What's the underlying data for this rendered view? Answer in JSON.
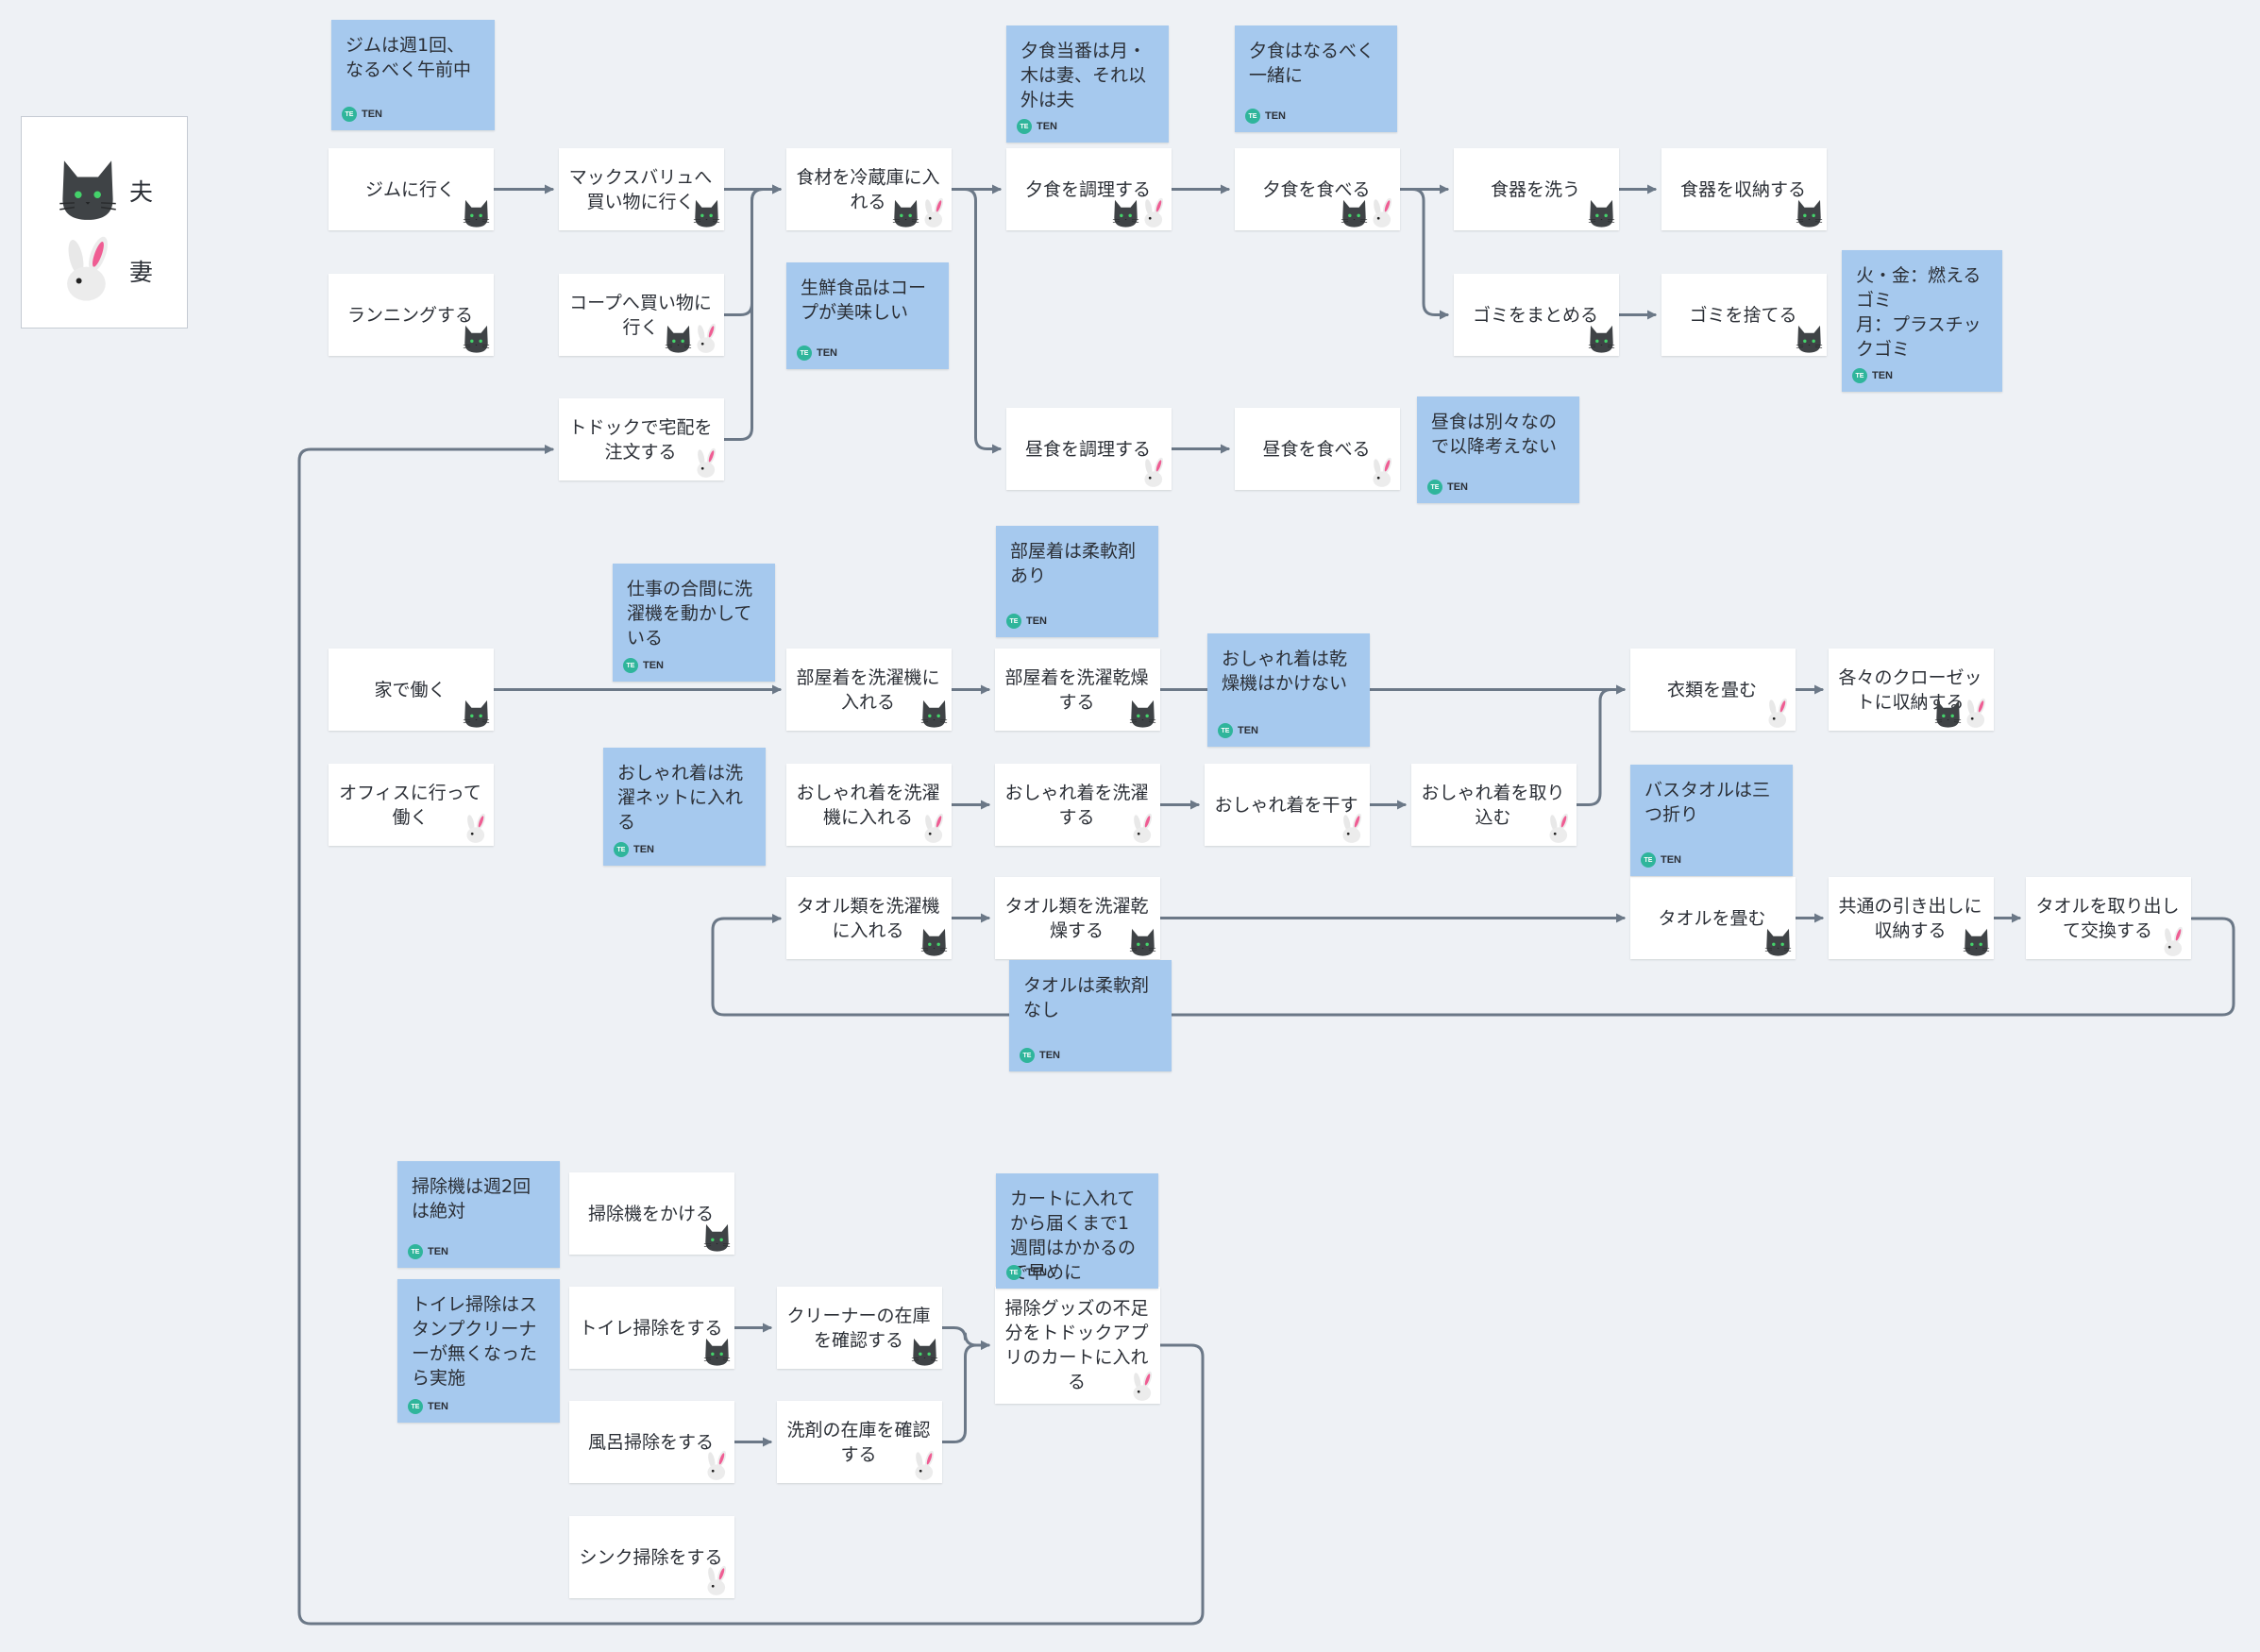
{
  "legend": {
    "husband": {
      "label": "夫",
      "icon": "cat-icon"
    },
    "wife": {
      "label": "妻",
      "icon": "rabbit-icon"
    }
  },
  "colors": {
    "background": "#eef1f5",
    "note": "#a6c9ee",
    "arrow": "#6b7887",
    "author_badge": "#2fb59b"
  },
  "nodes": {
    "gym": {
      "text": "ジムに行く",
      "avatars": [
        "cat"
      ]
    },
    "running": {
      "text": "ランニングする",
      "avatars": [
        "cat"
      ]
    },
    "maxvalu": {
      "text": "マックスバリュへ\n買い物に行く",
      "avatars": [
        "cat"
      ]
    },
    "coop": {
      "text": "コープへ買い物に\n行く",
      "avatars": [
        "cat",
        "rabbit"
      ]
    },
    "todock_order": {
      "text": "トドックで宅配を\n注文する",
      "avatars": [
        "rabbit"
      ]
    },
    "fridge": {
      "text": "食材を冷蔵庫に入\nれる",
      "avatars": [
        "cat",
        "rabbit"
      ]
    },
    "cook_dinner": {
      "text": "夕食を調理する",
      "avatars": [
        "cat",
        "rabbit"
      ]
    },
    "eat_dinner": {
      "text": "夕食を食べる",
      "avatars": [
        "cat",
        "rabbit"
      ]
    },
    "wash_dishes": {
      "text": "食器を洗う",
      "avatars": [
        "cat"
      ]
    },
    "store_dishes": {
      "text": "食器を収納する",
      "avatars": [
        "cat"
      ]
    },
    "collect_trash": {
      "text": "ゴミをまとめる",
      "avatars": [
        "cat"
      ]
    },
    "dump_trash": {
      "text": "ゴミを捨てる",
      "avatars": [
        "cat"
      ]
    },
    "cook_lunch": {
      "text": "昼食を調理する",
      "avatars": [
        "rabbit"
      ]
    },
    "eat_lunch": {
      "text": "昼食を食べる",
      "avatars": [
        "rabbit"
      ]
    },
    "work_home": {
      "text": "家で働く",
      "avatars": [
        "cat"
      ]
    },
    "work_office": {
      "text": "オフィスに行って\n働く",
      "avatars": [
        "rabbit"
      ]
    },
    "loungewear_washer": {
      "text": "部屋着を洗濯機に\n入れる",
      "avatars": [
        "cat"
      ]
    },
    "loungewear_dryer": {
      "text": "部屋着を洗濯乾燥\nする",
      "avatars": [
        "cat"
      ]
    },
    "fold_clothes": {
      "text": "衣類を畳む",
      "avatars": [
        "rabbit"
      ]
    },
    "closet": {
      "text": "各々のクローゼッ\nトに収納する",
      "avatars": [
        "cat",
        "rabbit"
      ]
    },
    "fancy_washer": {
      "text": "おしゃれ着を洗濯\n機に入れる",
      "avatars": [
        "rabbit"
      ]
    },
    "fancy_wash": {
      "text": "おしゃれ着を洗濯\nする",
      "avatars": [
        "rabbit"
      ]
    },
    "fancy_hang": {
      "text": "おしゃれ着を干す",
      "avatars": [
        "rabbit"
      ]
    },
    "fancy_take_in": {
      "text": "おしゃれ着を取り\n込む",
      "avatars": [
        "rabbit"
      ]
    },
    "towel_washer": {
      "text": "タオル類を洗濯機\nに入れる",
      "avatars": [
        "cat"
      ]
    },
    "towel_dryer": {
      "text": "タオル類を洗濯乾\n燥する",
      "avatars": [
        "cat"
      ]
    },
    "fold_towel": {
      "text": "タオルを畳む",
      "avatars": [
        "cat"
      ]
    },
    "towel_drawer": {
      "text": "共通の引き出しに\n収納する",
      "avatars": [
        "cat"
      ]
    },
    "towel_swap": {
      "text": "タオルを取り出し\nて交換する",
      "avatars": [
        "rabbit"
      ]
    },
    "vacuum": {
      "text": "掃除機をかける",
      "avatars": [
        "cat"
      ]
    },
    "toilet": {
      "text": "トイレ掃除をする",
      "avatars": [
        "cat"
      ]
    },
    "bath": {
      "text": "風呂掃除をする",
      "avatars": [
        "rabbit"
      ]
    },
    "sink": {
      "text": "シンク掃除をする",
      "avatars": [
        "rabbit"
      ]
    },
    "cleaner_stock": {
      "text": "クリーナーの在庫\nを確認する",
      "avatars": [
        "cat"
      ]
    },
    "detergent_stock": {
      "text": "洗剤の在庫を確認\nする",
      "avatars": [
        "rabbit"
      ]
    },
    "todock_cart": {
      "text": "掃除グッズの不足\n分をトドックアプ\nリのカートに入れ\nる",
      "avatars": [
        "rabbit"
      ]
    }
  },
  "notes": {
    "gym": {
      "text": "ジムは週1回、\nなるべく午前中",
      "author": "TEN",
      "initials": "TE"
    },
    "dinner_duty": {
      "text": "夕食当番は月・\n木は妻、それ以\n外は夫",
      "author": "TEN",
      "initials": "TE"
    },
    "dinner_together": {
      "text": "夕食はなるべく\n一緒に",
      "author": "TEN",
      "initials": "TE"
    },
    "coop_fresh": {
      "text": "生鮮食品はコー\nプが美味しい",
      "author": "TEN",
      "initials": "TE"
    },
    "trash_days": {
      "text": "火・金：燃える\nゴミ\n月：プラスチッ\nクゴミ",
      "author": "TEN",
      "initials": "TE"
    },
    "lunch_separate": {
      "text": "昼食は別々なの\nで以降考えない",
      "author": "TEN",
      "initials": "TE"
    },
    "laundry_work": {
      "text": "仕事の合間に洗\n濯機を動かして\nいる",
      "author": "TEN",
      "initials": "TE"
    },
    "softener_yes": {
      "text": "部屋着は柔軟剤\nあり",
      "author": "TEN",
      "initials": "TE"
    },
    "fancy_no_dryer": {
      "text": "おしゃれ着は乾\n燥機はかけない",
      "author": "TEN",
      "initials": "TE"
    },
    "fancy_net": {
      "text": "おしゃれ着は洗\n濯ネットに入れ\nる",
      "author": "TEN",
      "initials": "TE"
    },
    "bath_towel": {
      "text": "バスタオルは三\nつ折り",
      "author": "TEN",
      "initials": "TE"
    },
    "towel_no_softener": {
      "text": "タオルは柔軟剤\nなし",
      "author": "TEN",
      "initials": "TE"
    },
    "vacuum_twice": {
      "text": "掃除機は週2回\nは絶対",
      "author": "TEN",
      "initials": "TE"
    },
    "toilet_cleaner": {
      "text": "トイレ掃除はス\nタンプクリーナ\nーが無くなった\nら実施",
      "author": "TEN",
      "initials": "TE"
    },
    "cart_week": {
      "text": "カートに入れて\nから届くまで1\n週間はかかるの\nで早めに",
      "author": "TEN",
      "initials": "TE"
    }
  },
  "edges": [
    [
      "gym",
      "maxvalu"
    ],
    [
      "maxvalu",
      "fridge"
    ],
    [
      "coop",
      "fridge"
    ],
    [
      "todock_order",
      "fridge"
    ],
    [
      "fridge",
      "cook_dinner"
    ],
    [
      "fridge",
      "cook_lunch"
    ],
    [
      "cook_dinner",
      "eat_dinner"
    ],
    [
      "eat_dinner",
      "wash_dishes"
    ],
    [
      "eat_dinner",
      "collect_trash"
    ],
    [
      "wash_dishes",
      "store_dishes"
    ],
    [
      "collect_trash",
      "dump_trash"
    ],
    [
      "cook_lunch",
      "eat_lunch"
    ],
    [
      "work_home",
      "loungewear_washer"
    ],
    [
      "loungewear_washer",
      "loungewear_dryer"
    ],
    [
      "loungewear_dryer",
      "fold_clothes"
    ],
    [
      "fold_clothes",
      "closet"
    ],
    [
      "fancy_washer",
      "fancy_wash"
    ],
    [
      "fancy_wash",
      "fancy_hang"
    ],
    [
      "fancy_hang",
      "fancy_take_in"
    ],
    [
      "fancy_take_in",
      "fold_clothes"
    ],
    [
      "towel_washer",
      "towel_dryer"
    ],
    [
      "towel_dryer",
      "fold_towel"
    ],
    [
      "fold_towel",
      "towel_drawer"
    ],
    [
      "towel_drawer",
      "towel_swap"
    ],
    [
      "towel_swap",
      "towel_washer"
    ],
    [
      "toilet",
      "cleaner_stock"
    ],
    [
      "bath",
      "detergent_stock"
    ],
    [
      "cleaner_stock",
      "todock_cart"
    ],
    [
      "detergent_stock",
      "todock_cart"
    ],
    [
      "todock_cart",
      "todock_order"
    ]
  ]
}
